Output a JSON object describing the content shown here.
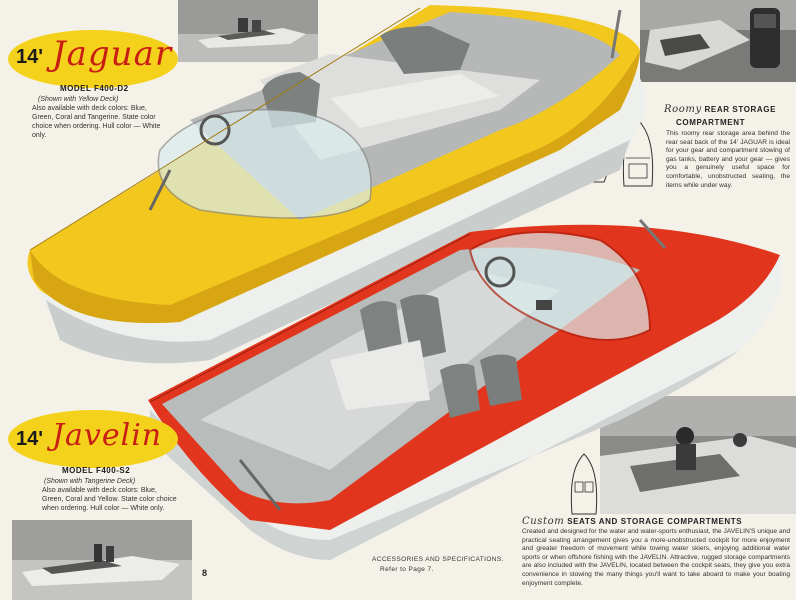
{
  "jaguar": {
    "size": "14'",
    "name": "Jaguar",
    "model": "MODEL F400-D2",
    "shown": "(Shown with Yellow Deck)",
    "description": "Also available with deck colors: Blue, Green, Coral and Tangerine. State color choice when ordering. Hull color — White only."
  },
  "javelin": {
    "size": "14'",
    "name": "Javelin",
    "model": "MODEL F400-S2",
    "shown": "(Shown with Tangerine Deck)",
    "description": "Also available with deck colors: Blue, Green, Coral and Yellow. State color choice when ordering. Hull color — White only."
  },
  "rear_storage": {
    "script": "Roomy",
    "heading": "REAR STORAGE",
    "heading2": "COMPARTMENT",
    "body": "This roomy rear storage area behind the rear seat back of the 14' JAGUAR is ideal for your gear and compartment stowing of gas tanks, battery and your gear — gives you a genuinely useful space for comfortable, unobstructed seating, the items while under way."
  },
  "seats": {
    "script": "Custom",
    "heading": "SEATS AND STORAGE COMPARTMENTS",
    "body": "Created and designed for the water and water-sports enthusiast, the JAVELIN'S unique and practical seating arrangement gives you a more-unobstructed cockpit for more enjoyment and greater freedom of movement while towing water skiers, enjoying additional water sports or when offshore fishing with the JAVELIN. Attractive, rugged storage compartments are also included with the JAVELIN, located between the cockpit seats, they give you extra convenience in stowing the many things you'll want to take aboard to make your boating enjoyment complete."
  },
  "accessories": {
    "line1": "ACCESSORIES AND SPECIFICATIONS.",
    "line2": "Refer to Page 7."
  },
  "page_number": "8",
  "colors": {
    "yellow_deck": "#f2c81e",
    "red_deck": "#e2351d",
    "hull": "#eef0ee",
    "label_oval": "#f4d21c",
    "script_red": "#c81d12"
  }
}
